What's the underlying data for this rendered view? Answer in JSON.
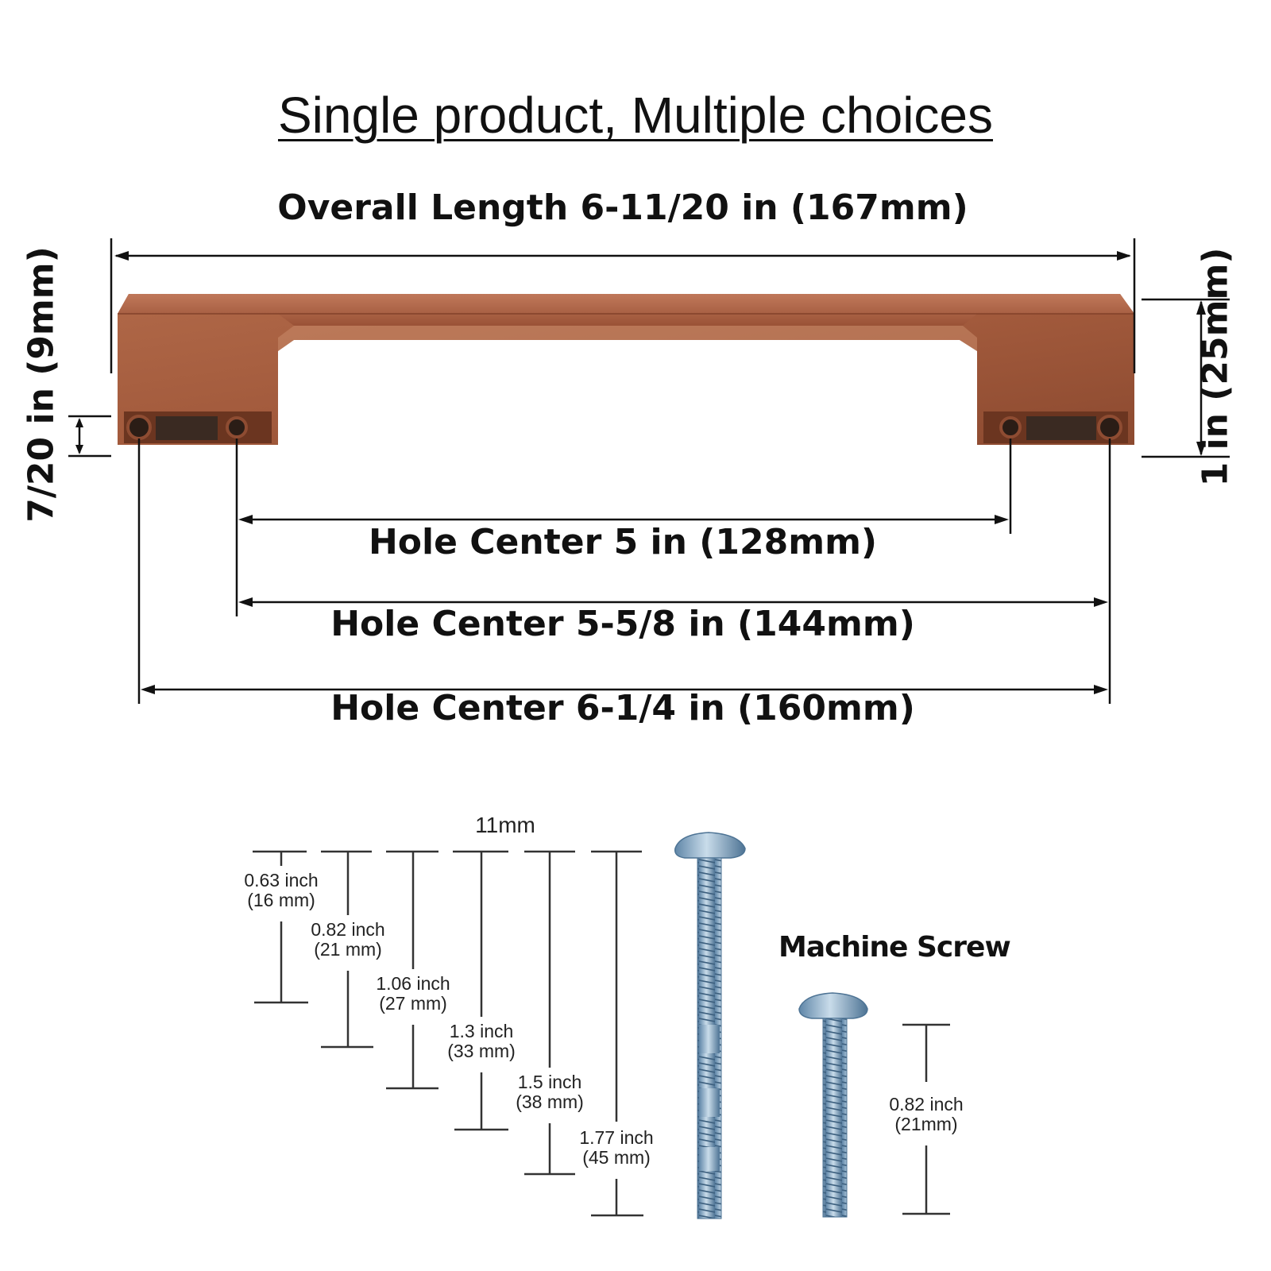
{
  "title": "Single product, Multiple choices",
  "dimensions": {
    "overall_length": "Overall Length 6-11/20 in (167mm)",
    "height": "1 in (25mm)",
    "base_thickness": "7/20 in (9mm)",
    "hole_center_128": "Hole Center 5 in (128mm)",
    "hole_center_144": "Hole Center 5-5/8 in (144mm)",
    "hole_center_160": "Hole Center 6-1/4 in (160mm)"
  },
  "screws": {
    "head_label": "11mm",
    "lengths": [
      {
        "inch": "0.63 inch",
        "mm": "(16 mm)"
      },
      {
        "inch": "0.82 inch",
        "mm": "(21 mm)"
      },
      {
        "inch": "1.06 inch",
        "mm": "(27 mm)"
      },
      {
        "inch": "1.3 inch",
        "mm": "(33 mm)"
      },
      {
        "inch": "1.5 inch",
        "mm": "(38 mm)"
      },
      {
        "inch": "1.77 inch",
        "mm": "(45 mm)"
      }
    ],
    "machine_label": "Machine Screw",
    "machine_inch": "0.82 inch",
    "machine_mm": "(21mm)"
  },
  "colors": {
    "copper": "#a85a3c",
    "copper_dark": "#7a3a24",
    "screw": "#8fb3cf"
  }
}
